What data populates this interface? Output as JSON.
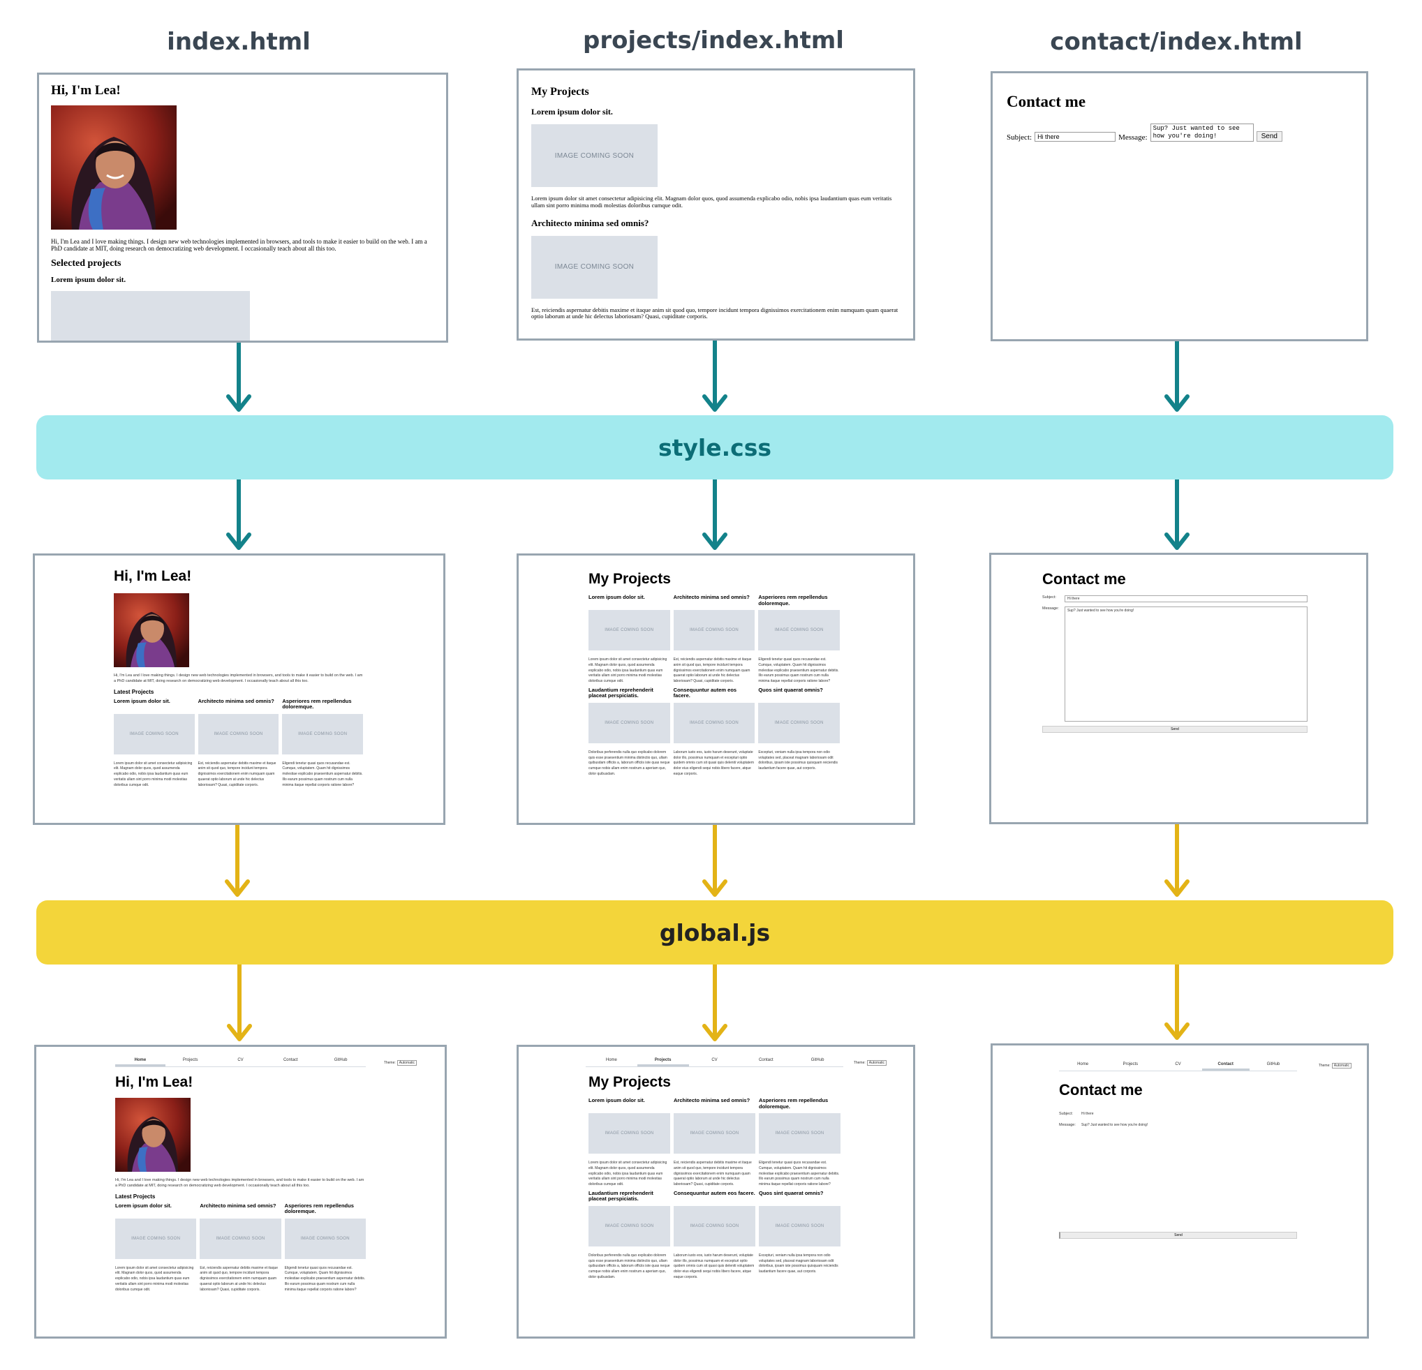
{
  "columns": [
    {
      "title": "index.html"
    },
    {
      "title": "projects/index.html"
    },
    {
      "title": "contact/index.html"
    }
  ],
  "bands": {
    "css": "style.css",
    "js": "global.js"
  },
  "colors": {
    "frame_border": "#98a5b0",
    "css_band": "#a2eaee",
    "css_text": "#0c6d76",
    "css_arrow": "#13828a",
    "js_band": "#f3d53a",
    "js_arrow": "#e3b316"
  },
  "home": {
    "title": "Hi, I'm Lea!",
    "intro": "Hi, I'm Lea and I love making things. I design new web technologies implemented in browsers, and tools to make it easier to build on the web. I am a PhD candidate at MIT, doing research on democratizing web development. I occasionally teach about all this too.",
    "raw_section": "Selected projects",
    "styled_section": "Latest Projects",
    "raw_project": "Lorem ipsum dolor sit.",
    "placeholder": "IMAGE COMING SOON",
    "projects": [
      {
        "title": "Lorem ipsum dolor sit.",
        "text": "Lorem ipsum dolor sit amet consectetur adipisicing elit. Magnam dolor quos, quod assumenda explicabo odio, nobis ipsa laudantium quas eum veritatis ullam sint porro minima modi molestias doloribus cumque odit."
      },
      {
        "title": "Architecto minima sed omnis?",
        "text": "Est, reiciendis aspernatur debitis maxime et itaque anim sit quod quo, tempore incidunt tempora dignissimos exercitationem enim numquam quam quaerat optio laborum at unde hic delectus laboriosam? Quasi, cupiditate corporis."
      },
      {
        "title": "Asperiores rem repellendus doloremque.",
        "text": "Eligendi tenetur quasi quos recusandae est. Cumque, voluptatem. Quam hit dignissimos molestiae explicabo praesentium aspernatur debitis. Illo earum possimus quam nostrum cum nulla minima itaque repellat corporis ratione labore?"
      }
    ]
  },
  "projects_page": {
    "title": "My Projects",
    "placeholder": "IMAGE COMING SOON",
    "raw": [
      {
        "title": "Lorem ipsum dolor sit.",
        "text": "Lorem ipsum dolor sit amet consectetur adipisicing elit. Magnam dolor quos, quod assumenda explicabo odio, nobis ipsa laudantium quas eum veritatis ullam sint porro minima modi molestias doloribus cumque odit."
      },
      {
        "title": "Architecto minima sed omnis?",
        "text": "Est, reiciendis aspernatur debitis maxime et itaque anim sit quod quo, tempore incidunt tempora dignissimos exercitationem enim numquam quam quaerat optio laborum at unde hic delectus laboriosam? Quasi, cupiditate corporis."
      }
    ],
    "cards": [
      {
        "title": "Lorem ipsum dolor sit.",
        "text": "Lorem ipsum dolor sit amet consectetur adipisicing elit. Magnam dolor quos, quod assumenda explicabo odio, nobis ipsa laudantium quas eum veritatis ullam sint porro minima modi molestias doloribus cumque odit."
      },
      {
        "title": "Architecto minima sed omnis?",
        "text": "Est, reiciendis aspernatur debitis maxime et itaque anim sit quod quo, tempore incidunt tempora dignissimos exercitationem enim numquam quam quaerat optio laborum at unde hic delectus laboriosam? Quasi, cupiditate corporis."
      },
      {
        "title": "Asperiores rem repellendus doloremque.",
        "text": "Eligendi tenetur quasi quos recusandae est. Cumque, voluptatem. Quam hit dignissimos molestiae explicabo praesentium aspernatur debitis. Illo earum possimus quam nostrum cum nulla minima itaque repellat corporis ratione labore?"
      },
      {
        "title": "Laudantium reprehenderit placeat perspiciatis.",
        "text": "Doloribus perferendis nulla quo explicabo dolorem quis esse praesentium minima distinctio quo, ullam quibusdam officiis a, laborum officiis iste quas neque cumque nobis ullam enim nostrum a aperiam quo, dolor quibusdam."
      },
      {
        "title": "Consequuntur autem eos facere.",
        "text": "Laborum iusto eos, iusto harum deserunt, voluptate dolor illo, possimus numquam et excepturi optio quidem omnis cum sit quasi quis deleniti voluptatem dolor eius eligendi sequi nobis libero facere, atque eaque corporis."
      },
      {
        "title": "Quos sint quaerat omnis?",
        "text": "Excepturi, veniam nulla ipsa tempora non odio voluptates sed, placeat magnam laboriosam odit doloribus, ipsam iste possimus quisquam reiciendis laudantium facere quae, aut corporis."
      }
    ]
  },
  "contact_page": {
    "title": "Contact me",
    "subject_label": "Subject:",
    "message_label": "Message:",
    "subject_value": "Hi there",
    "message_value": "Sup? Just wanted to see how you're doing!",
    "send": "Send"
  },
  "nav": {
    "items": [
      "Home",
      "Projects",
      "CV",
      "Contact",
      "GitHub"
    ],
    "theme_label": "Theme:",
    "theme_value": "Automatic"
  }
}
